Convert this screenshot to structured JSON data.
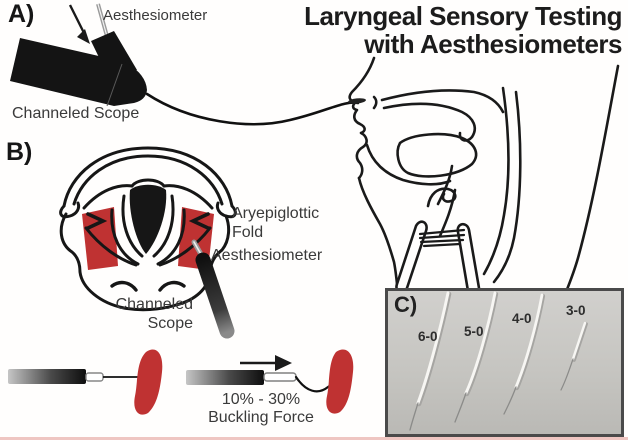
{
  "figure": {
    "title_line1": "Laryngeal Sensory Testing",
    "title_line2": "with Aesthesiometers"
  },
  "panel_a": {
    "label": "A)",
    "aesthesiometer_label": "Aesthesiometer",
    "scope_label": "Channeled Scope"
  },
  "panel_b": {
    "label": "B)",
    "fold_line1": "Aryepiglottic",
    "fold_line2": "Fold",
    "aesthesiometer_label": "Aesthesiometer",
    "scope_line1": "Channeled",
    "scope_line2": "Scope",
    "force_line1": "10% - 30%",
    "force_line2": "Buckling Force"
  },
  "panel_c": {
    "label": "C)",
    "gauges": [
      "6-0",
      "5-0",
      "4-0",
      "3-0"
    ]
  },
  "colors": {
    "highlight_red": "#bf3232",
    "ink": "#1a1a1a",
    "label_gray": "#3a3a3a",
    "photo_bg": "#c8c7c3",
    "photo_border": "#4a4a4a"
  }
}
